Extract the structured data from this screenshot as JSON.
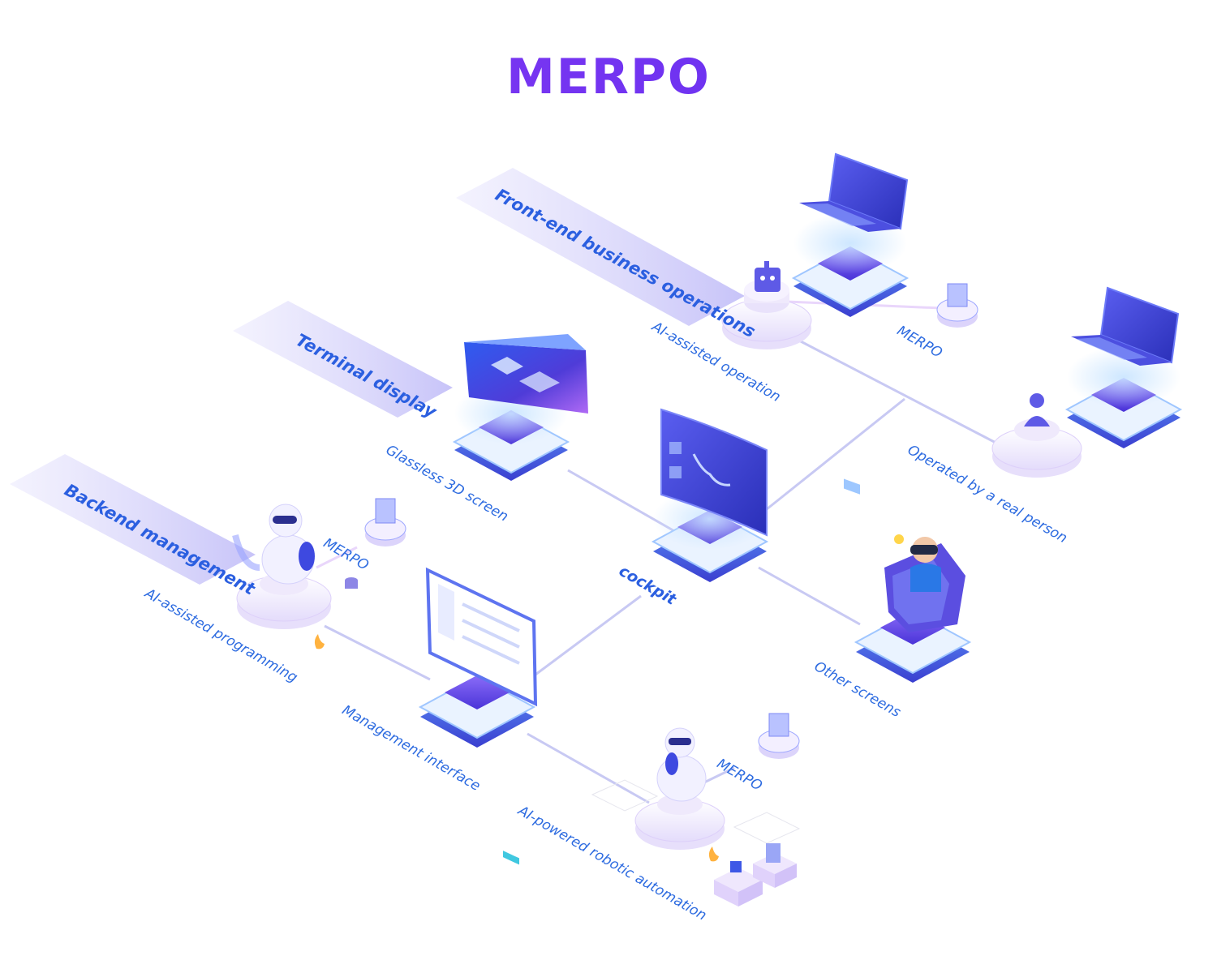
{
  "title": "MERPO",
  "colors": {
    "accent": "#6b3cf2",
    "label": "#2d6be0",
    "band": "#c9c4f8",
    "line": "#c3c6f4"
  },
  "bands": {
    "frontend": "Front-end business operations",
    "terminal": "Terminal display",
    "backend": "Backend management"
  },
  "labels": {
    "ai_assisted_operation": "AI-assisted operation",
    "merpo_1": "MERPO",
    "operated_by_real_person": "Operated by a real person",
    "glassless_3d_screen": "Glassless  3D screen",
    "cockpit": "cockpit",
    "other_screens": "Other screens",
    "merpo_2": "MERPO",
    "ai_assisted_programming": "AI-assisted programming",
    "management_interface": "Management interface",
    "merpo_3": "MERPO",
    "ai_powered_rpa": "AI-powered robotic automation"
  },
  "icons": {
    "laptop": "laptop-icon",
    "robot": "robot-icon",
    "person": "person-icon",
    "screen_3d": "3d-screen-icon",
    "curved_screen": "curved-screen-icon",
    "vr_user": "vr-user-icon",
    "monitor": "monitor-icon",
    "chart_badge": "chart-badge-icon"
  }
}
